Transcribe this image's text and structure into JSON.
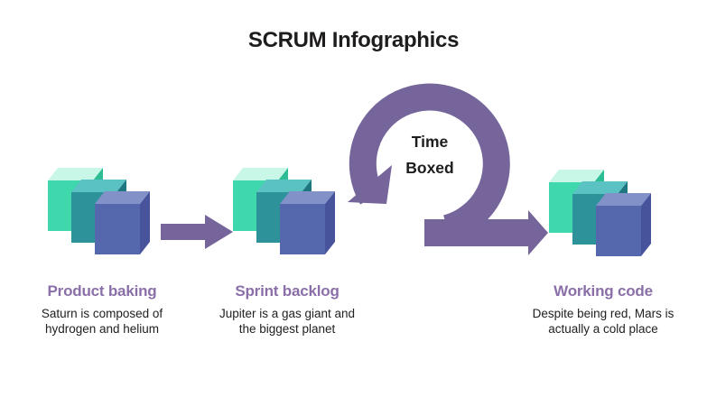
{
  "title": "SCRUM Infographics",
  "colors": {
    "arrow": "#75659A",
    "label": "#8A6FA8",
    "title_text": "#1E1C1C",
    "body_text": "#212121",
    "background": "#FFFFFF",
    "cube_palettes": [
      {
        "name": "mint",
        "top": "#C8F6E7",
        "front": "#3ED8AC",
        "side": "#2CBD95"
      },
      {
        "name": "teal",
        "top": "#5AC2C3",
        "front": "#2E929B",
        "side": "#1E7680"
      },
      {
        "name": "blue",
        "top": "#8292C9",
        "front": "#5568AE",
        "side": "#47549B"
      }
    ]
  },
  "loop_label": {
    "line1": "Time",
    "line2": "Boxed"
  },
  "steps": [
    {
      "label": "Product baking",
      "description": "Saturn is composed of hydrogen and helium"
    },
    {
      "label": "Sprint backlog",
      "description": "Jupiter is a gas giant and the biggest planet"
    },
    {
      "label": "Working code",
      "description": "Despite being red, Mars is actually a cold place"
    }
  ]
}
